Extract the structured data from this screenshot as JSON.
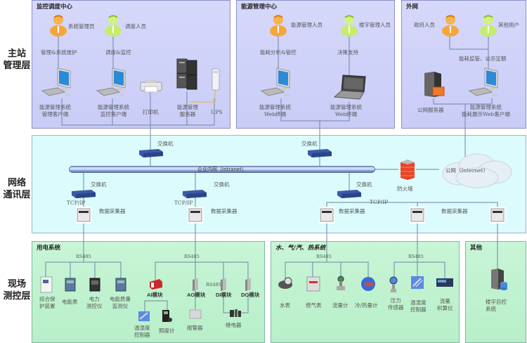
{
  "layers": {
    "management": "主站\n管理层",
    "network": "网络\n通讯层",
    "field": "现场\n测控层"
  },
  "management": {
    "monitor_center": {
      "title": "监控调度中心",
      "users": [
        {
          "label": "系统管理员",
          "role_color": "orange",
          "link_label": "管理&系统维护"
        },
        {
          "label": "调度人员",
          "role_color": "green",
          "link_label": "调度&监控"
        }
      ],
      "devices": [
        {
          "label": "能源管理系统\n管理客户端",
          "icon": "desktop-computer-icon"
        },
        {
          "label": "能源管理系统\n监控客户端",
          "icon": "desktop-computer-icon"
        },
        {
          "label": "打印机",
          "icon": "printer-icon"
        },
        {
          "label": "能源管理\n服务器",
          "icon": "server-rack-icon"
        },
        {
          "label": "UPS",
          "icon": "ups-icon"
        }
      ]
    },
    "energy_center": {
      "title": "能源管理中心",
      "users": [
        {
          "label": "能源管理人员",
          "role_color": "orange",
          "link_label": "能耗分析&管控"
        },
        {
          "label": "楼宇管理人员",
          "role_color": "green",
          "link_label": "决策支持"
        }
      ],
      "devices": [
        {
          "label": "能源管理系统\nWeb终端",
          "icon": "desktop-computer-icon"
        },
        {
          "label": "能源管理系统\nWeb终端",
          "icon": "laptop-icon"
        }
      ]
    },
    "external": {
      "title": "外网",
      "users": [
        {
          "label": "政府人员",
          "role_color": "orange"
        },
        {
          "label": "其他用户",
          "role_color": "green"
        }
      ],
      "link_label": "能耗监管、公示定额",
      "devices": [
        {
          "label": "公网服务器",
          "icon": "public-server-icon"
        },
        {
          "label": "能源管理系统\n能耗展示Web客户端",
          "icon": "desktop-computer-icon"
        }
      ]
    }
  },
  "network": {
    "switch_label": "交换机",
    "intranet_label": "企业内网（Intranet）",
    "internet_label": "公网（Internet）",
    "firewall_label": "防火墙",
    "protocol_label": "TCP/IP",
    "collector_label": "数据采集器"
  },
  "field": {
    "power_system": {
      "title": "用电系统",
      "bus_label": "RS485",
      "devices": [
        "综合保\n护装置",
        "电能表",
        "电力\n测控仪",
        "电能质量\n监测仪"
      ]
    },
    "io_modules": {
      "bus_label": "RS485",
      "sub_bus_label": "RS485",
      "modules": [
        "AI模块",
        "AO模块",
        "DI模块",
        "DO模块"
      ],
      "devices": [
        "温湿度\n控制器",
        "照度计",
        "报警器",
        "继电器"
      ]
    },
    "water_gas_heat": {
      "title": "水、气/汽、热系统",
      "bus_label_left": "RS485",
      "bus_label_right": "RS485",
      "devices": [
        "水表",
        "燃气表",
        "流量计",
        "冷/热量计",
        "压力\n传感器",
        "温湿度\n控制器",
        "流量\n积算仪"
      ]
    },
    "other": {
      "title": "其他",
      "devices": [
        "楼宇自控\n系统"
      ]
    }
  }
}
